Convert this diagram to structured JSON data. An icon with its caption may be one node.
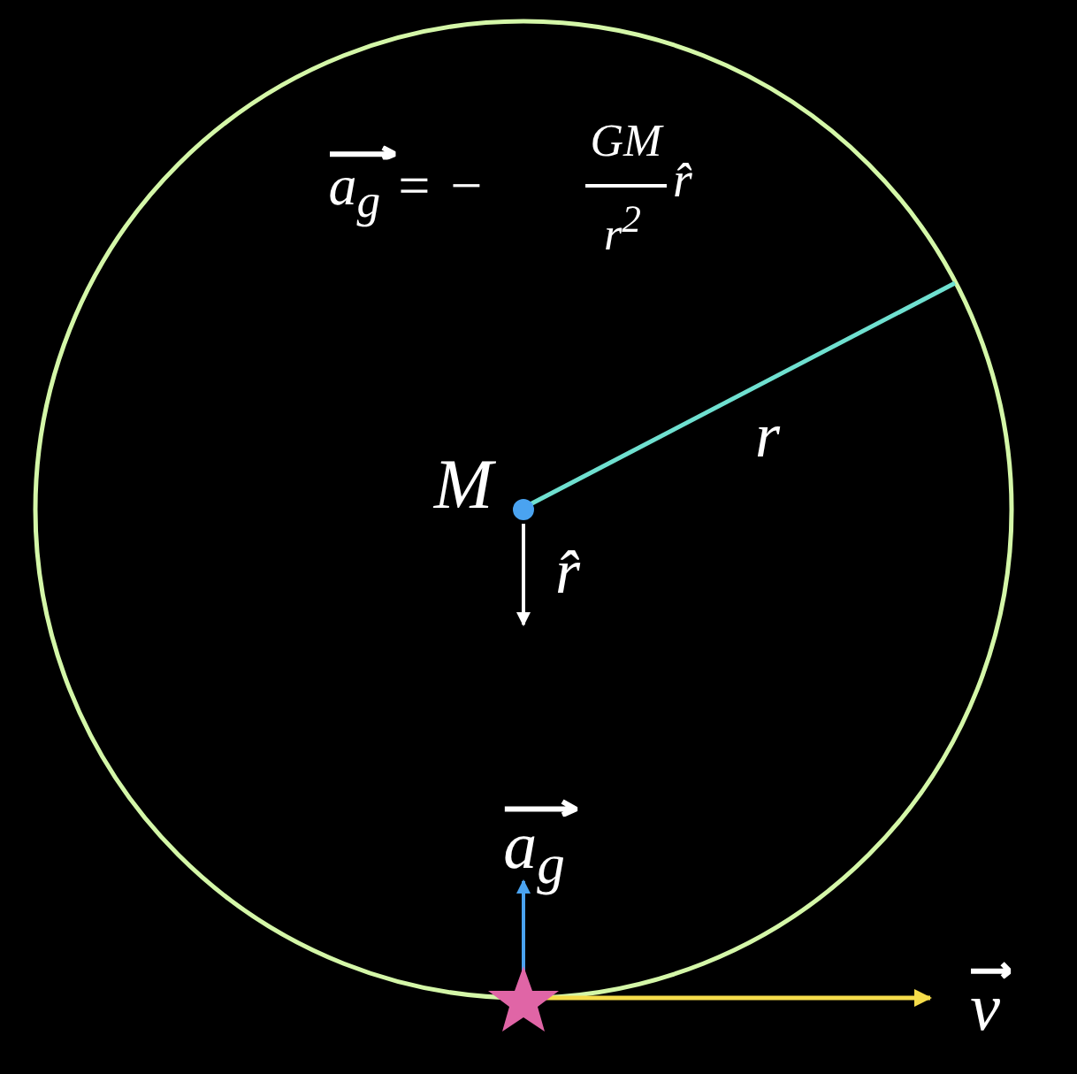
{
  "diagram": {
    "labels": [
      "a$_{g}$ = −",
      "GM",
      "r$^{2}$",
      "r̂",
      "r",
      "M",
      "r̂",
      "a$_{g}$",
      "v"
    ]
  }
}
